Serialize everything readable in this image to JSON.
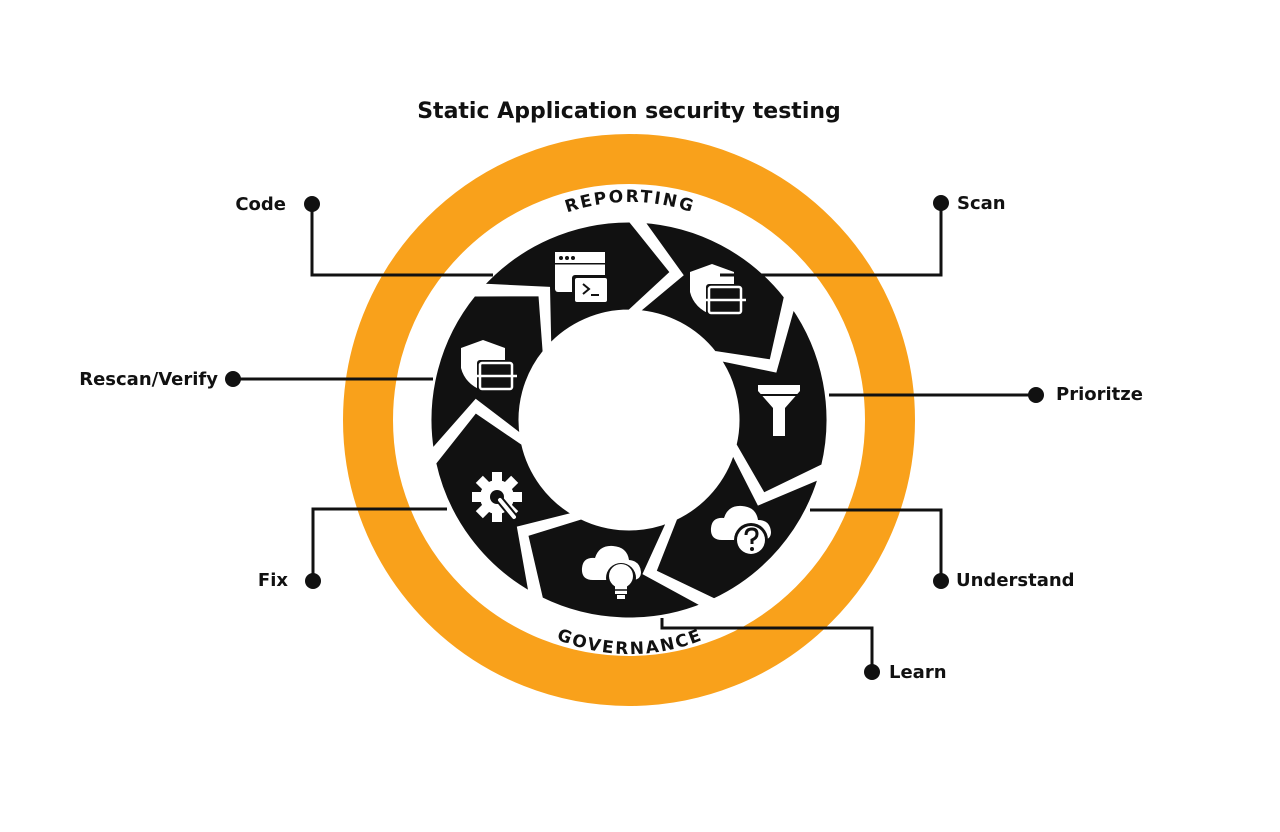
{
  "title": "Static Application security testing",
  "ring_top_label": "REPORTING",
  "ring_bottom_label": "GOVERNANCE",
  "colors": {
    "ring": "#F9A11B",
    "segment": "#111111",
    "background": "#FFFFFF"
  },
  "steps": [
    {
      "label": "Code",
      "icon": "terminal-window-icon"
    },
    {
      "label": "Scan",
      "icon": "shield-scan-icon"
    },
    {
      "label": "Prioritze",
      "icon": "funnel-icon"
    },
    {
      "label": "Understand",
      "icon": "cloud-question-icon"
    },
    {
      "label": "Learn",
      "icon": "cloud-lightbulb-icon"
    },
    {
      "label": "Fix",
      "icon": "gear-wrench-icon"
    },
    {
      "label": "Rescan/Verify",
      "icon": "shield-scan-icon"
    }
  ]
}
